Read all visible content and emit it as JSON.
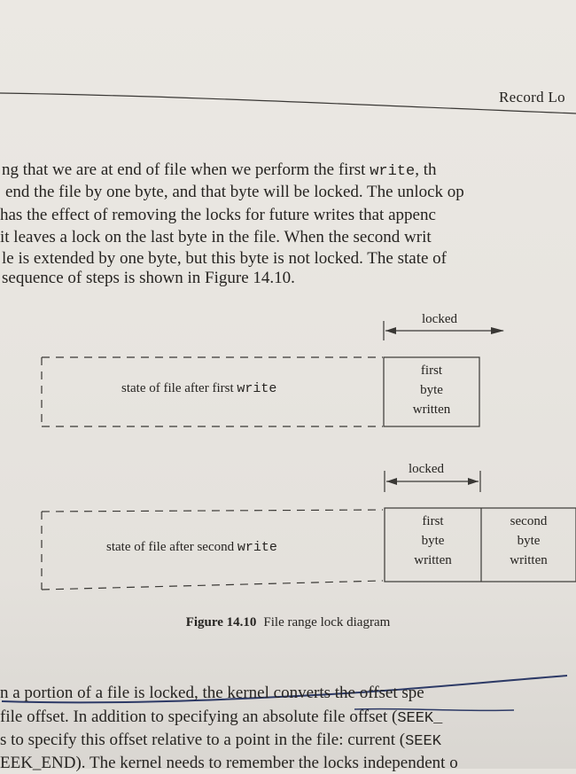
{
  "header": {
    "title": "Record Lo"
  },
  "paragraph": {
    "lines": [
      [
        "ng that we are at end of file when we perform the first ",
        "write",
        ", th"
      ],
      [
        "end the file by one byte, and that byte will be locked.  The unlock op"
      ],
      [
        " has the effect of removing the locks for future writes that appenc"
      ],
      [
        " it leaves a lock on the last byte in the file.  When the second writ"
      ],
      [
        "le is extended by one byte, but this byte is not locked.  The state of"
      ],
      [
        "sequence of steps is shown in Figure 14.10."
      ]
    ]
  },
  "figure": {
    "top": {
      "locked_label": "locked",
      "state_text": "state of file after first ",
      "state_code": "write",
      "cell_lines": [
        "first",
        "byte",
        "written"
      ]
    },
    "bottom": {
      "locked_label": "locked",
      "state_text": "state of file after second ",
      "state_code": "write",
      "cell1_lines": [
        "first",
        "byte",
        "written"
      ],
      "cell2_lines": [
        "second",
        "byte",
        "written"
      ]
    },
    "caption_number": "Figure 14.10",
    "caption_text": "File range lock diagram"
  },
  "bottom_text": {
    "lines": [
      [
        "n a portion of a file is locked, the kernel converts the offset spe"
      ],
      [
        " file offset.  In addition to specifying an absolute file offset (",
        "SEEK_"
      ],
      [
        "s to specify this offset relative to a point in the file: current (",
        "SEEK"
      ],
      [
        "EEK_END).  The kernel needs to remember the locks independent o"
      ]
    ]
  }
}
